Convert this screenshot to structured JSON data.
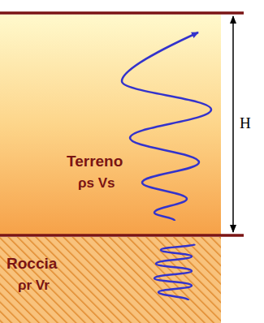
{
  "diagram": {
    "nodes": [
      {
        "text": [
          "Terreno",
          "ρs Vs"
        ]
      },
      {
        "text": [
          "Roccia",
          "ρr Vr"
        ]
      }
    ],
    "labels": [
      "H"
    ]
  }
}
